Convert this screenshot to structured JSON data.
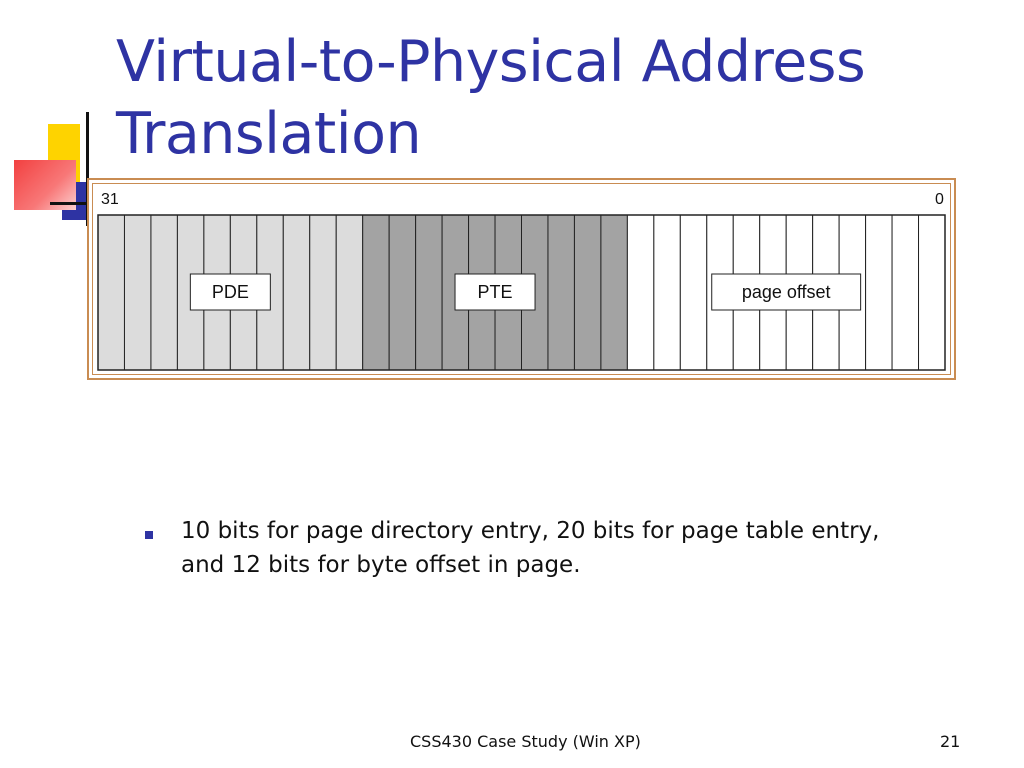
{
  "slide": {
    "title_lines": [
      "Virtual-to-Physical Address",
      "Translation"
    ],
    "footer": "CSS430 Case Study (Win XP)",
    "slide_number": "21"
  },
  "diagram": {
    "high_bit": "31",
    "low_bit": "0",
    "fields": [
      {
        "label": "PDE",
        "bits": 10,
        "color": "#dcdcdc"
      },
      {
        "label": "PTE",
        "bits": 10,
        "color": "#a3a3a3"
      },
      {
        "label": "page offset",
        "bits": 12,
        "color": "#ffffff"
      }
    ]
  },
  "bullets": [
    "10 bits for page directory entry, 20 bits for page table entry, and 12 bits for byte offset in page."
  ],
  "colors": {
    "title": "#2e33a3",
    "frame_border": "#c98c52",
    "deco_yellow": "#fed300",
    "deco_blue": "#2e33a3",
    "deco_red": "#f05050"
  }
}
